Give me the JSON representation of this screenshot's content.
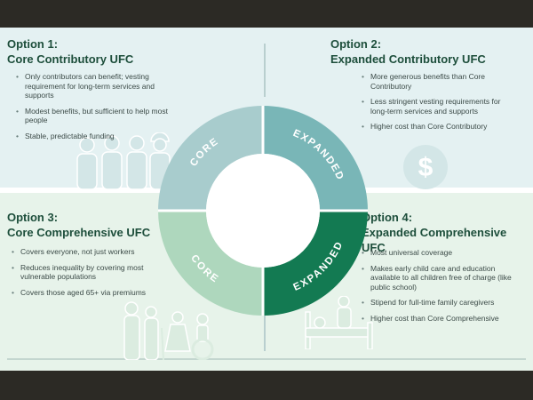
{
  "options": [
    {
      "number_label": "Option 1:",
      "name": "Core Contributory UFC",
      "bullets": [
        "Only contributors can benefit; vesting requirement for long-term services and supports",
        "Modest benefits, but sufficient to help most people",
        "Stable, predictable funding"
      ]
    },
    {
      "number_label": "Option 2:",
      "name": "Expanded Contributory UFC",
      "bullets": [
        "More generous benefits than Core Contributory",
        "Less stringent vesting requirements for long-term services and supports",
        "Higher cost than Core Contributory"
      ]
    },
    {
      "number_label": "Option 3:",
      "name": "Core Comprehensive UFC",
      "bullets": [
        "Covers everyone, not just workers",
        "Reduces inequality by covering most vulnerable populations",
        "Covers those aged 65+ via premiums"
      ]
    },
    {
      "number_label": "Option 4:",
      "name": "Expanded Comprehensive UFC",
      "bullets": [
        "Most universal coverage",
        "Makes early child care and education available to all children free of charge (like public school)",
        "Stipend for full-time family caregivers",
        "Higher cost than Core Comprehensive"
      ]
    }
  ],
  "ring": {
    "segments": [
      {
        "label": "CORE",
        "color": "#a8cccd"
      },
      {
        "label": "EXPANDED",
        "color": "#79b6b7"
      },
      {
        "label": "CORE",
        "color": "#aed7bd"
      },
      {
        "label": "EXPANDED",
        "color": "#137a52"
      }
    ]
  },
  "icons": {
    "top_left": "workers-silhouette-icon",
    "top_right": "dollar-coin-icon",
    "bottom_left": "family-elderly-silhouette-icon",
    "bottom_right": "hospital-bed-caregiver-icon"
  },
  "colors": {
    "title": "#1d4e3b",
    "top_background": "#e4f1f2",
    "bottom_background": "#e7f3ea"
  }
}
